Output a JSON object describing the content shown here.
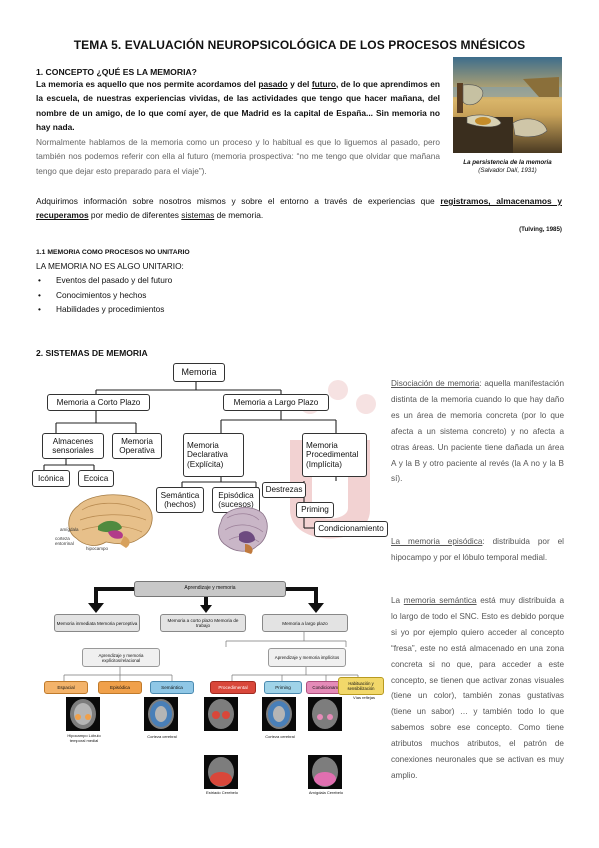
{
  "title": "TEMA 5. EVALUACIÓN NEUROPSICOLÓGICA DE LOS PROCESOS MNÉSICOS",
  "section1": {
    "heading": "1.   CONCEPTO ¿QUÉ ES LA MEMORIA?",
    "para1_a": "La memoria es aquello que nos permite acordamos del ",
    "para1_pasado": "pasado",
    "para1_b": " y del ",
    "para1_futuro": "futuro",
    "para1_c": ", de lo que aprendimos en la escuela, de nuestras experiencias vividas, de las actividades que tengo que hacer mañana, del nombre de un amigo, de lo que comí ayer, de que Madrid es la capital de España... Sin memoria no hay nada.",
    "para2": "Normalmente hablamos de la memoria como un proceso y lo habitual es que lo liguemos al pasado, pero también nos podemos referir con ella al futuro (memoria prospectiva: “no me tengo que olvidar que mañana tengo que dejar esto preparado para el viaje”).",
    "para3_a": "Adquirimos información sobre nosotros mismos y sobre el entorno a través de experiencias que ",
    "para3_reg": "registramos, almacenamos y recuperamos",
    "para3_b": " por medio de diferentes ",
    "para3_sis": "sistemas",
    "para3_c": " de memoria.",
    "citation": "(Tulving, 1985)",
    "painting_caption_1": "La persistencia de la memoria",
    "painting_caption_2": "(Salvador Dalí, 1931)"
  },
  "section1_1": {
    "heading": "1.1   MEMORIA COMO PROCESOS NO UNITARIO",
    "subheading": "LA MEMORIA NO ES ALGO UNITARIO:",
    "bullets": [
      "Eventos del pasado y del futuro",
      "Conocimientos y hechos",
      "Habilidades y procedimientos"
    ]
  },
  "section2": {
    "heading": "2.   SISTEMAS DE MEMORIA",
    "tree": {
      "root": "Memoria",
      "corto": "Memoria a Corto Plazo",
      "largo": "Memoria a Largo Plazo",
      "almacenes": "Almacenes sensoriales",
      "operativa": "Memoria Operativa",
      "iconica": "Icónica",
      "ecoica": "Ecoica",
      "declarativa": "Memoria Declarativa (Explícita)",
      "procedimental": "Memoria Procedimental (Implícita)",
      "semantica": "Semántica (hechos)",
      "episodica": "Episódica (sucesos)",
      "destrezas": "Destrezas",
      "priming": "Priming",
      "condicionamiento": "Condicionamiento"
    },
    "brain_labels": [
      "amígdala",
      "corteza entorrinal",
      "hipocampo"
    ],
    "diagram2": {
      "top": "Aprendizaje y memoria",
      "mid": [
        "Memoria inmediata Memoria perceptiva",
        "Memoria a corto plazo Memoria de trabajo",
        "Memoria a largo plazo"
      ],
      "explicit": "Aprendizaje y memoria explícitos/relacional",
      "implicit": "Aprendizaje y memoria implícitos",
      "types": [
        "Espacial",
        "Episódica",
        "Semántica",
        "Procedimental",
        "Priming",
        "Condicionamiento",
        "Habituación y sensibilización"
      ],
      "captions": [
        "Hipocampo Lóbulo temporal medial",
        "Corteza cerebral",
        "Estriado Cerebelo",
        "Corteza cerebral",
        "Amígdala Cerebelo",
        "Vías reflejas"
      ]
    },
    "right": {
      "disociacion_title": "Disociación de memoria",
      "disociacion_text": ": aquella manifestación distinta de la memoria cuando lo que hay daño es un área de memoria concreta (por lo que afecta a un sistema concreto) y no afecta a otras áreas. Un paciente tiene dañada un área A y la B y otro paciente al revés (la A no y la B sí).",
      "episodica_title": "La memoria episódica",
      "episodica_text": ":  distribuida por el hipocampo y por el lóbulo temporal medial.",
      "semantica_pre": "La ",
      "semantica_title": "memoria semántica",
      "semantica_text": " está muy distribuida a lo largo de todo el SNC. Esto es debido porque si yo por ejemplo quiero acceder al concepto “fresa”, este no está almacenado en una zona concreta si no que, para acceder a este concepto, se tienen que activar zonas visuales (tiene un color), también zonas gustativas (tiene un sabor) … y también todo lo que sabemos sobre ese concepto. Como tiene atributos muchos atributos, el patrón de conexiones neuronales que se activan es muy amplio."
    }
  },
  "colors": {
    "watermark": "#f6e2e2",
    "espacial": "#f3b36a",
    "episodica_box": "#f0a04a",
    "semantica_box": "#8fc7e6",
    "procedimental": "#d9473a",
    "priming": "#9fd3e8",
    "condicionamiento": "#e58bb8",
    "habituacion": "#f2d86a"
  }
}
